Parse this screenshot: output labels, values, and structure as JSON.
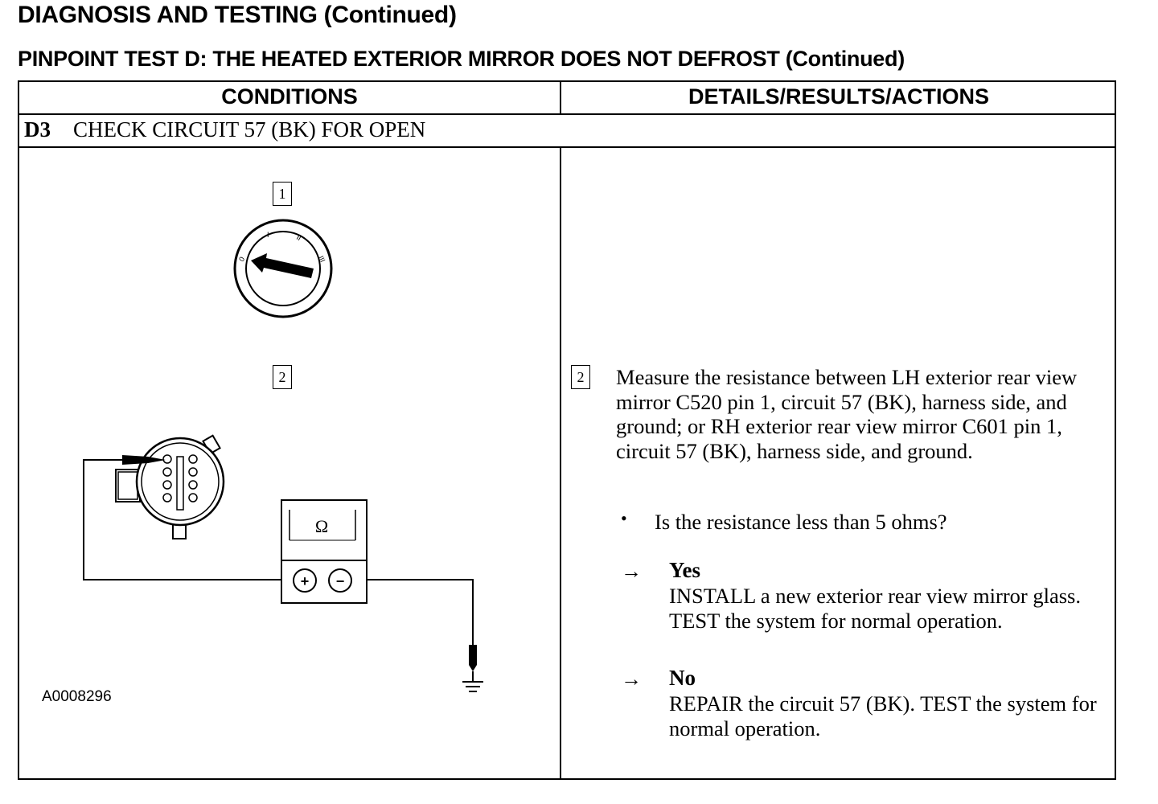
{
  "page": {
    "title": "DIAGNOSIS AND TESTING (Continued)",
    "subtitle": "PINPOINT TEST D:  THE HEATED EXTERIOR MIRROR DOES NOT DEFROST (Continued)"
  },
  "table": {
    "col_conditions": "CONDITIONS",
    "col_details": "DETAILS/RESULTS/ACTIONS",
    "step_number": "D3",
    "step_title": "CHECK CIRCUIT 57 (BK) FOR OPEN"
  },
  "conditions": {
    "step1_label": "1",
    "step2_label": "2",
    "ignition_positions": [
      "0",
      "I",
      "II",
      "III"
    ],
    "meter_symbol": "Ω",
    "meter_plus": "+",
    "meter_minus": "−",
    "figure_id": "A0008296"
  },
  "details": {
    "step_label": "2",
    "instruction": "Measure the resistance between LH exterior rear view mirror C520 pin 1, circuit 57 (BK), harness side, and ground; or RH exterior rear view mirror C601 pin 1, circuit 57 (BK), harness side, and ground.",
    "bullet": "•",
    "question": "Is the resistance less than 5 ohms?",
    "arrow": "→",
    "yes_label": "Yes",
    "yes_action": "INSTALL a new exterior rear view mirror glass.  TEST the system for normal  operation.",
    "no_label": "No",
    "no_action": "REPAIR the circuit 57 (BK). TEST the system for normal operation."
  }
}
